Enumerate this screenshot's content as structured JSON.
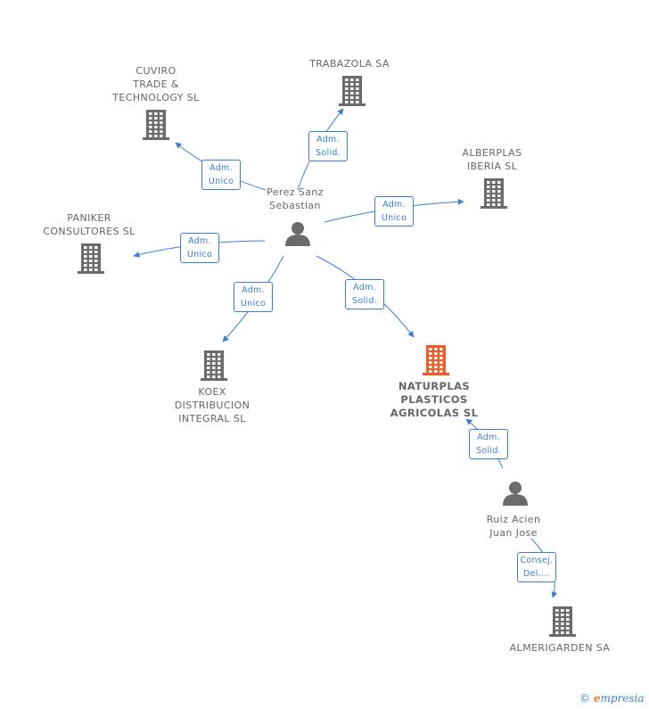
{
  "nodes": {
    "cuviro": {
      "lines": [
        "CUVIRO",
        "TRADE &",
        "TECHNOLOGY SL"
      ],
      "type": "company"
    },
    "trabazola": {
      "lines": [
        "TRABAZOLA SA"
      ],
      "type": "company"
    },
    "alberplas": {
      "lines": [
        "ALBERPLAS",
        "IBERIA SL"
      ],
      "type": "company"
    },
    "paniker": {
      "lines": [
        "PANIKER",
        "CONSULTORES SL"
      ],
      "type": "company"
    },
    "koex": {
      "lines": [
        "KOEX",
        "DISTRIBUCION",
        "INTEGRAL SL"
      ],
      "type": "company"
    },
    "naturplas": {
      "lines": [
        "NATURPLAS",
        "PLASTICOS",
        "AGRICOLAS SL"
      ],
      "type": "company-main"
    },
    "perez": {
      "lines": [
        "Perez Sanz",
        "Sebastian"
      ],
      "type": "person"
    },
    "ruiz": {
      "lines": [
        "Ruiz Acien",
        "Juan Jose"
      ],
      "type": "person"
    },
    "almerigarden": {
      "lines": [
        "ALMERIGARDEN SA"
      ],
      "type": "company"
    }
  },
  "edges": [
    {
      "from": "perez",
      "to": "cuviro",
      "lines": [
        "Adm.",
        "Unico"
      ]
    },
    {
      "from": "perez",
      "to": "trabazola",
      "lines": [
        "Adm.",
        "Solid."
      ]
    },
    {
      "from": "perez",
      "to": "alberplas",
      "lines": [
        "Adm.",
        "Unico"
      ]
    },
    {
      "from": "perez",
      "to": "paniker",
      "lines": [
        "Adm.",
        "Unico"
      ]
    },
    {
      "from": "perez",
      "to": "koex",
      "lines": [
        "Adm.",
        "Unico"
      ]
    },
    {
      "from": "perez",
      "to": "naturplas",
      "lines": [
        "Adm.",
        "Solid."
      ]
    },
    {
      "from": "ruiz",
      "to": "naturplas",
      "lines": [
        "Adm.",
        "Solid."
      ]
    },
    {
      "from": "ruiz",
      "to": "almerigarden",
      "lines": [
        "Consej.",
        "Del...."
      ]
    }
  ],
  "colors": {
    "edge": "#3a7fd5",
    "building": "#6b6b6b",
    "building_main": "#f15a29",
    "person": "#6b6b6b",
    "text": "#666666"
  },
  "footer": {
    "copyright": "©",
    "brand_initial": "e",
    "brand_rest": "mpresia"
  }
}
